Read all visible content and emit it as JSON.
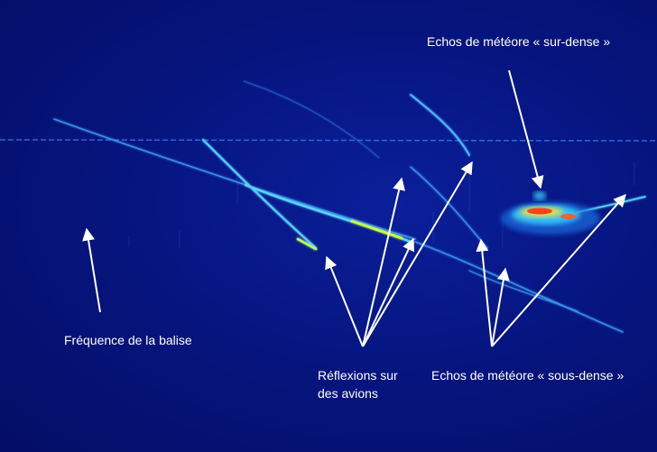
{
  "annotations": {
    "beacon_frequency": "Fréquence de la balise",
    "aircraft_reflections_line1": "Réflexions sur",
    "aircraft_reflections_line2": "des avions",
    "underdense_echoes": "Echos de météore « sous-dense »",
    "overdense_echoes": "Echos de météore « sur-dense »"
  },
  "colors": {
    "background": "#061580",
    "trace": "#4fb8ff",
    "hot_trace": "#c8ff40",
    "burst_core": "#ff3a1a",
    "arrow": "#ffffff"
  }
}
